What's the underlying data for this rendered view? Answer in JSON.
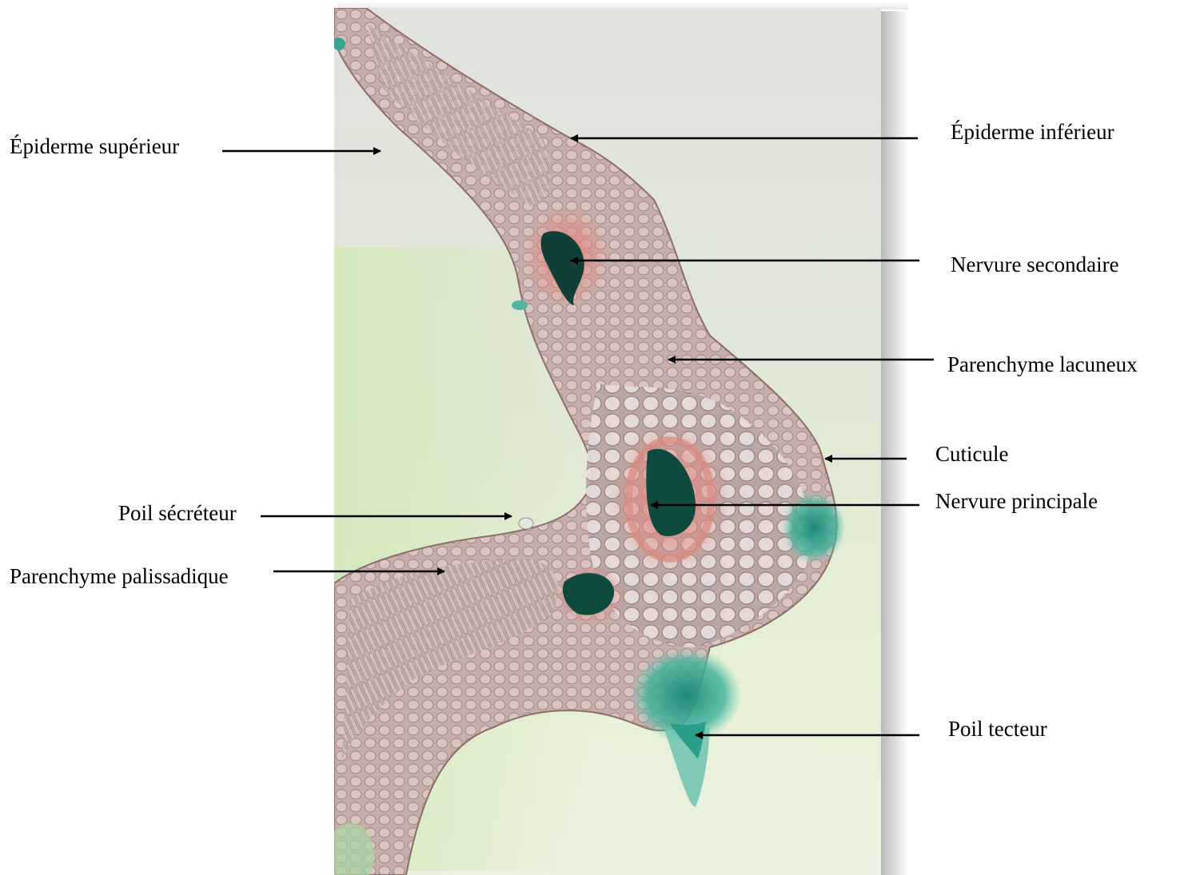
{
  "labels": {
    "epiderme_superieur": "Épiderme supérieur",
    "epiderme_inferieur": "Épiderme inférieur",
    "nervure_secondaire": "Nervure secondaire",
    "parenchyme_lacuneux": "Parenchyme lacuneux",
    "cuticule": "Cuticule",
    "nervure_principale": "Nervure principale",
    "poil_secreteur": "Poil sécréteur",
    "parenchyme_palissadique": "Parenchyme palissadique",
    "poil_tecteur": "Poil tecteur"
  },
  "colors": {
    "tissue": "#c9b0ad",
    "tissue_dark": "#b79c99",
    "vascular": "#0e4a3e",
    "stain_green": "#2f9a86",
    "background_top": "#e3e3e1",
    "background_bottom": "#dff0c8"
  }
}
